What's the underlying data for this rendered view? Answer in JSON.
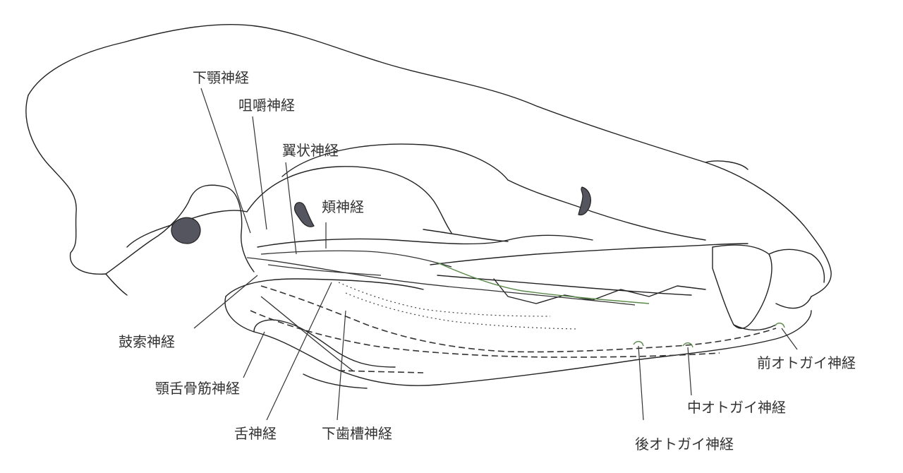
{
  "labels": {
    "mandibular_nerve": "下顎神経",
    "masseteric_nerve": "咀嚼神経",
    "pterygoid_nerve": "翼状神経",
    "buccal_nerve": "頬神経",
    "chorda_tympani": "鼓索神経",
    "mylohyoid_nerve": "顎舌骨筋神経",
    "lingual_nerve": "舌神経",
    "inferior_alveolar_nerve": "下歯槽神経",
    "rostral_mental_nerve": "前オトガイ神経",
    "middle_mental_nerve": "中オトガイ神経",
    "caudal_mental_nerve": "後オトガイ神経"
  },
  "colors": {
    "outline": "#222222",
    "label": "#333333",
    "foramen_fill": "#555560",
    "mental_nerve_accent": "#5a8a4a"
  }
}
